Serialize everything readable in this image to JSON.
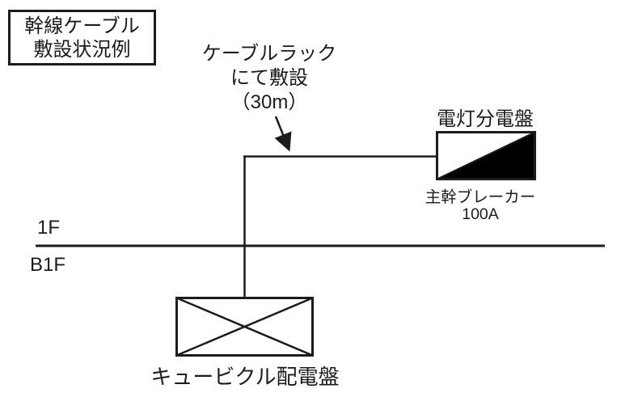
{
  "diagram": {
    "title_box": {
      "line1": "幹線ケーブル",
      "line2": "敷設状況例"
    },
    "cable_annotation": {
      "line1": "ケーブルラック",
      "line2": "にて敷設",
      "line3": "（30m）"
    },
    "lighting_panel": {
      "label": "電灯分電盤",
      "breaker_line1": "主幹ブレーカー",
      "breaker_line2": "100A"
    },
    "floors": {
      "upper": "1F",
      "lower": "B1F"
    },
    "cubicle": {
      "label": "キュービクル配電盤"
    }
  },
  "colors": {
    "ink": "#1c1c1c",
    "fill": "#000000",
    "bg": "#ffffff"
  }
}
